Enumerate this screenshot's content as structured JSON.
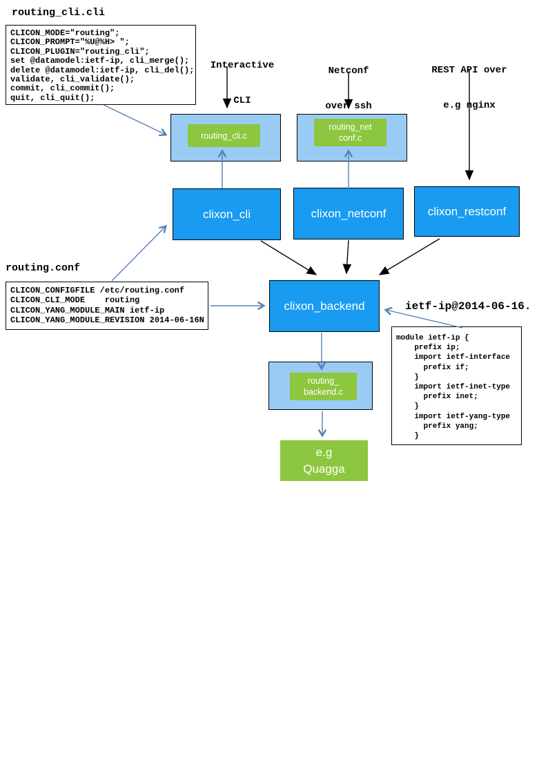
{
  "colors": {
    "box_blue": "#189BF0",
    "box_light_blue": "#9ACBF5",
    "box_green": "#8DC63F",
    "arrow_blue": "#5580B3",
    "arrow_black": "#000000"
  },
  "cli_file": {
    "title": "routing_cli.cli",
    "lines": [
      "CLICON_MODE=\"routing\";",
      "CLICON_PROMPT=\"%U@%H> \";",
      "CLICON_PLUGIN=\"routing_cli\";",
      "set @datamodel:ietf-ip, cli_merge();",
      "delete @datamodel:ietf-ip, cli_del();",
      "validate, cli_validate();",
      "commit, cli_commit();",
      "quit, cli_quit();"
    ]
  },
  "conf_file": {
    "title": "routing.conf",
    "lines": [
      "CLICON_CONFIGFILE /etc/routing.conf",
      "CLICON_CLI_MODE    routing",
      "CLICON_YANG_MODULE_MAIN ietf-ip",
      "CLICON_YANG_MODULE_REVISION 2014-06-16N"
    ]
  },
  "yang_module": {
    "label": "ietf-ip@2014-06-16.",
    "lines": [
      "module ietf-ip {",
      "    prefix ip;",
      "    import ietf-interface",
      "      prefix if;",
      "    }",
      "    import ietf-inet-type",
      "      prefix inet;",
      "    }",
      "    import ietf-yang-type",
      "      prefix yang;",
      "    }"
    ]
  },
  "entry_labels": {
    "interactive_cli": {
      "line1": "Interactive",
      "line2": "CLI"
    },
    "netconf": {
      "line1": "Netconf",
      "line2": "over ssh"
    },
    "rest_api": {
      "line1": "REST API over",
      "line2": "e.g nginx"
    }
  },
  "nodes": {
    "routing_cli_c": "routing_cli.c",
    "routing_netconf_c": {
      "line1": "routing_net",
      "line2": "conf.c"
    },
    "clixon_cli": "clixon_cli",
    "clixon_netconf": "clixon_netconf",
    "clixon_restconf": "clixon_restconf",
    "clixon_backend": "clixon_backend",
    "routing_backend_c": {
      "line1": "routing_",
      "line2": "backend.c"
    },
    "quagga": {
      "line1": "e.g",
      "line2": "Quagga"
    }
  }
}
